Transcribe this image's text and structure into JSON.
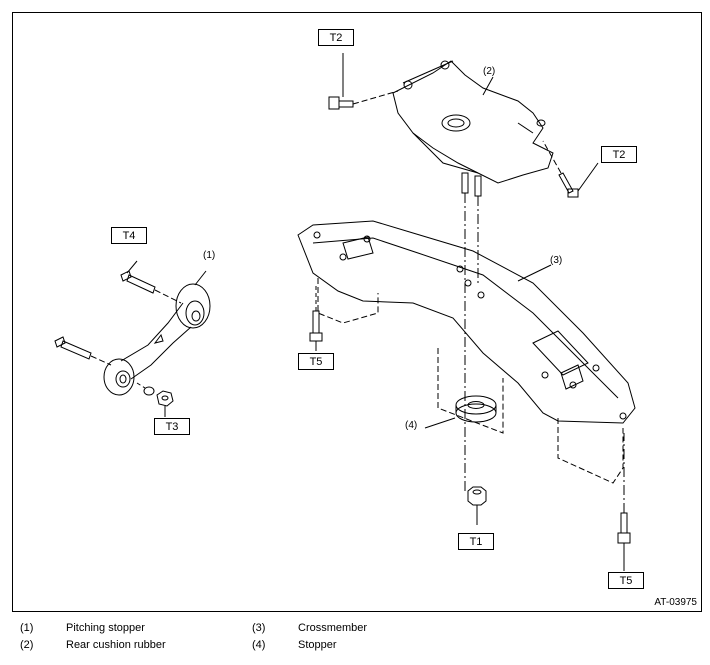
{
  "figure": {
    "drawing_code": "AT-03975",
    "torque_tags": {
      "t2_top": "T2",
      "t2_right": "T2",
      "t4": "T4",
      "t5_left": "T5",
      "t3": "T3",
      "t1": "T1",
      "t5_right": "T5"
    },
    "callouts": {
      "c1": "(1)",
      "c2": "(2)",
      "c3": "(3)",
      "c4": "(4)"
    }
  },
  "legend": {
    "items": [
      {
        "num": "(1)",
        "label": "Pitching stopper"
      },
      {
        "num": "(2)",
        "label": "Rear cushion rubber"
      },
      {
        "num": "(3)",
        "label": "Crossmember"
      },
      {
        "num": "(4)",
        "label": "Stopper"
      }
    ]
  }
}
